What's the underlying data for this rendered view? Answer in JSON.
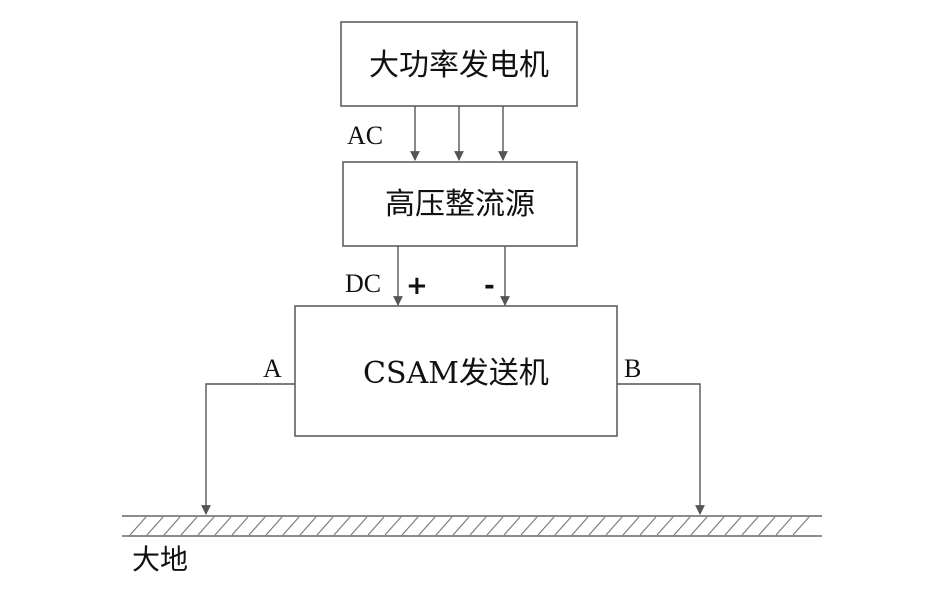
{
  "blocks": {
    "generator": "大功率发电机",
    "rectifier": "高压整流源",
    "transmitter": "CSAM发送机"
  },
  "signals": {
    "ac": "AC",
    "dc": "DC",
    "plus": "+",
    "minus": "-"
  },
  "terminals": {
    "a": "A",
    "b": "B"
  },
  "ground": {
    "label": "大地"
  },
  "colors": {
    "stroke": "#555555",
    "text": "#111111"
  }
}
